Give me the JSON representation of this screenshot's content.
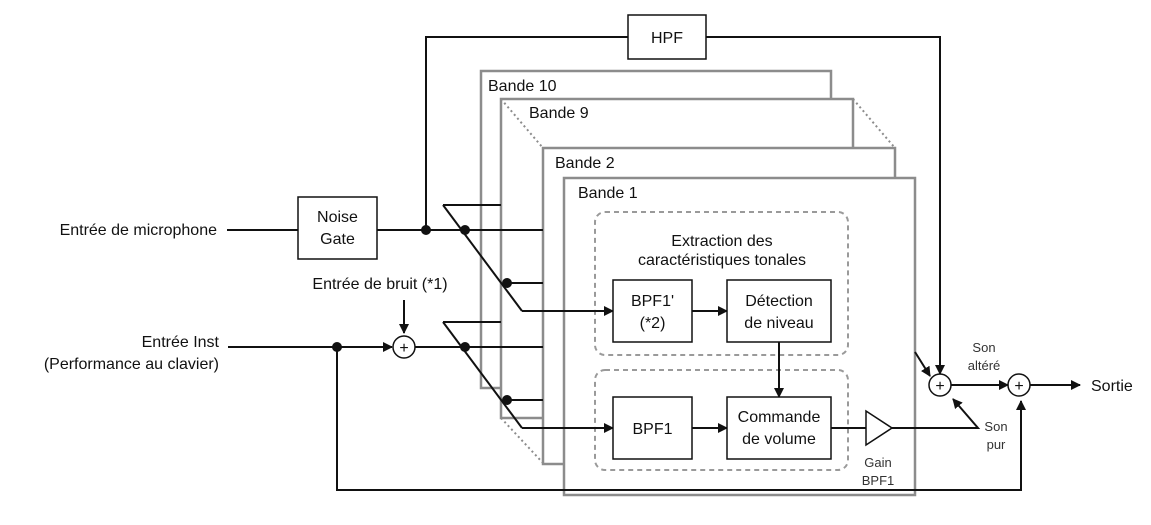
{
  "inputs": {
    "mic": "Entrée de microphone",
    "inst_line1": "Entrée Inst",
    "inst_line2": "(Performance au clavier)",
    "noise": "Entrée de bruit (*1)"
  },
  "blocks": {
    "noise_gate_line1": "Noise",
    "noise_gate_line2": "Gate",
    "hpf": "HPF",
    "bpf1_prime_line1": "BPF1'",
    "bpf1_prime_line2": "(*2)",
    "level_detect_line1": "Détection",
    "level_detect_line2": "de niveau",
    "bpf1": "BPF1",
    "volume_line1": "Commande",
    "volume_line2": "de volume"
  },
  "bands": {
    "band10": "Bande 10",
    "band9": "Bande 9",
    "band2": "Bande 2",
    "band1": "Bande 1"
  },
  "groups": {
    "extraction_line1": "Extraction des",
    "extraction_line2": "caractéristiques tonales"
  },
  "labels": {
    "gain_line1": "Gain",
    "gain_line2": "BPF1",
    "altered_line1": "Son",
    "altered_line2": "altéré",
    "pure_line1": "Son",
    "pure_line2": "pur",
    "output": "Sortie",
    "adder_symbol": "+"
  }
}
